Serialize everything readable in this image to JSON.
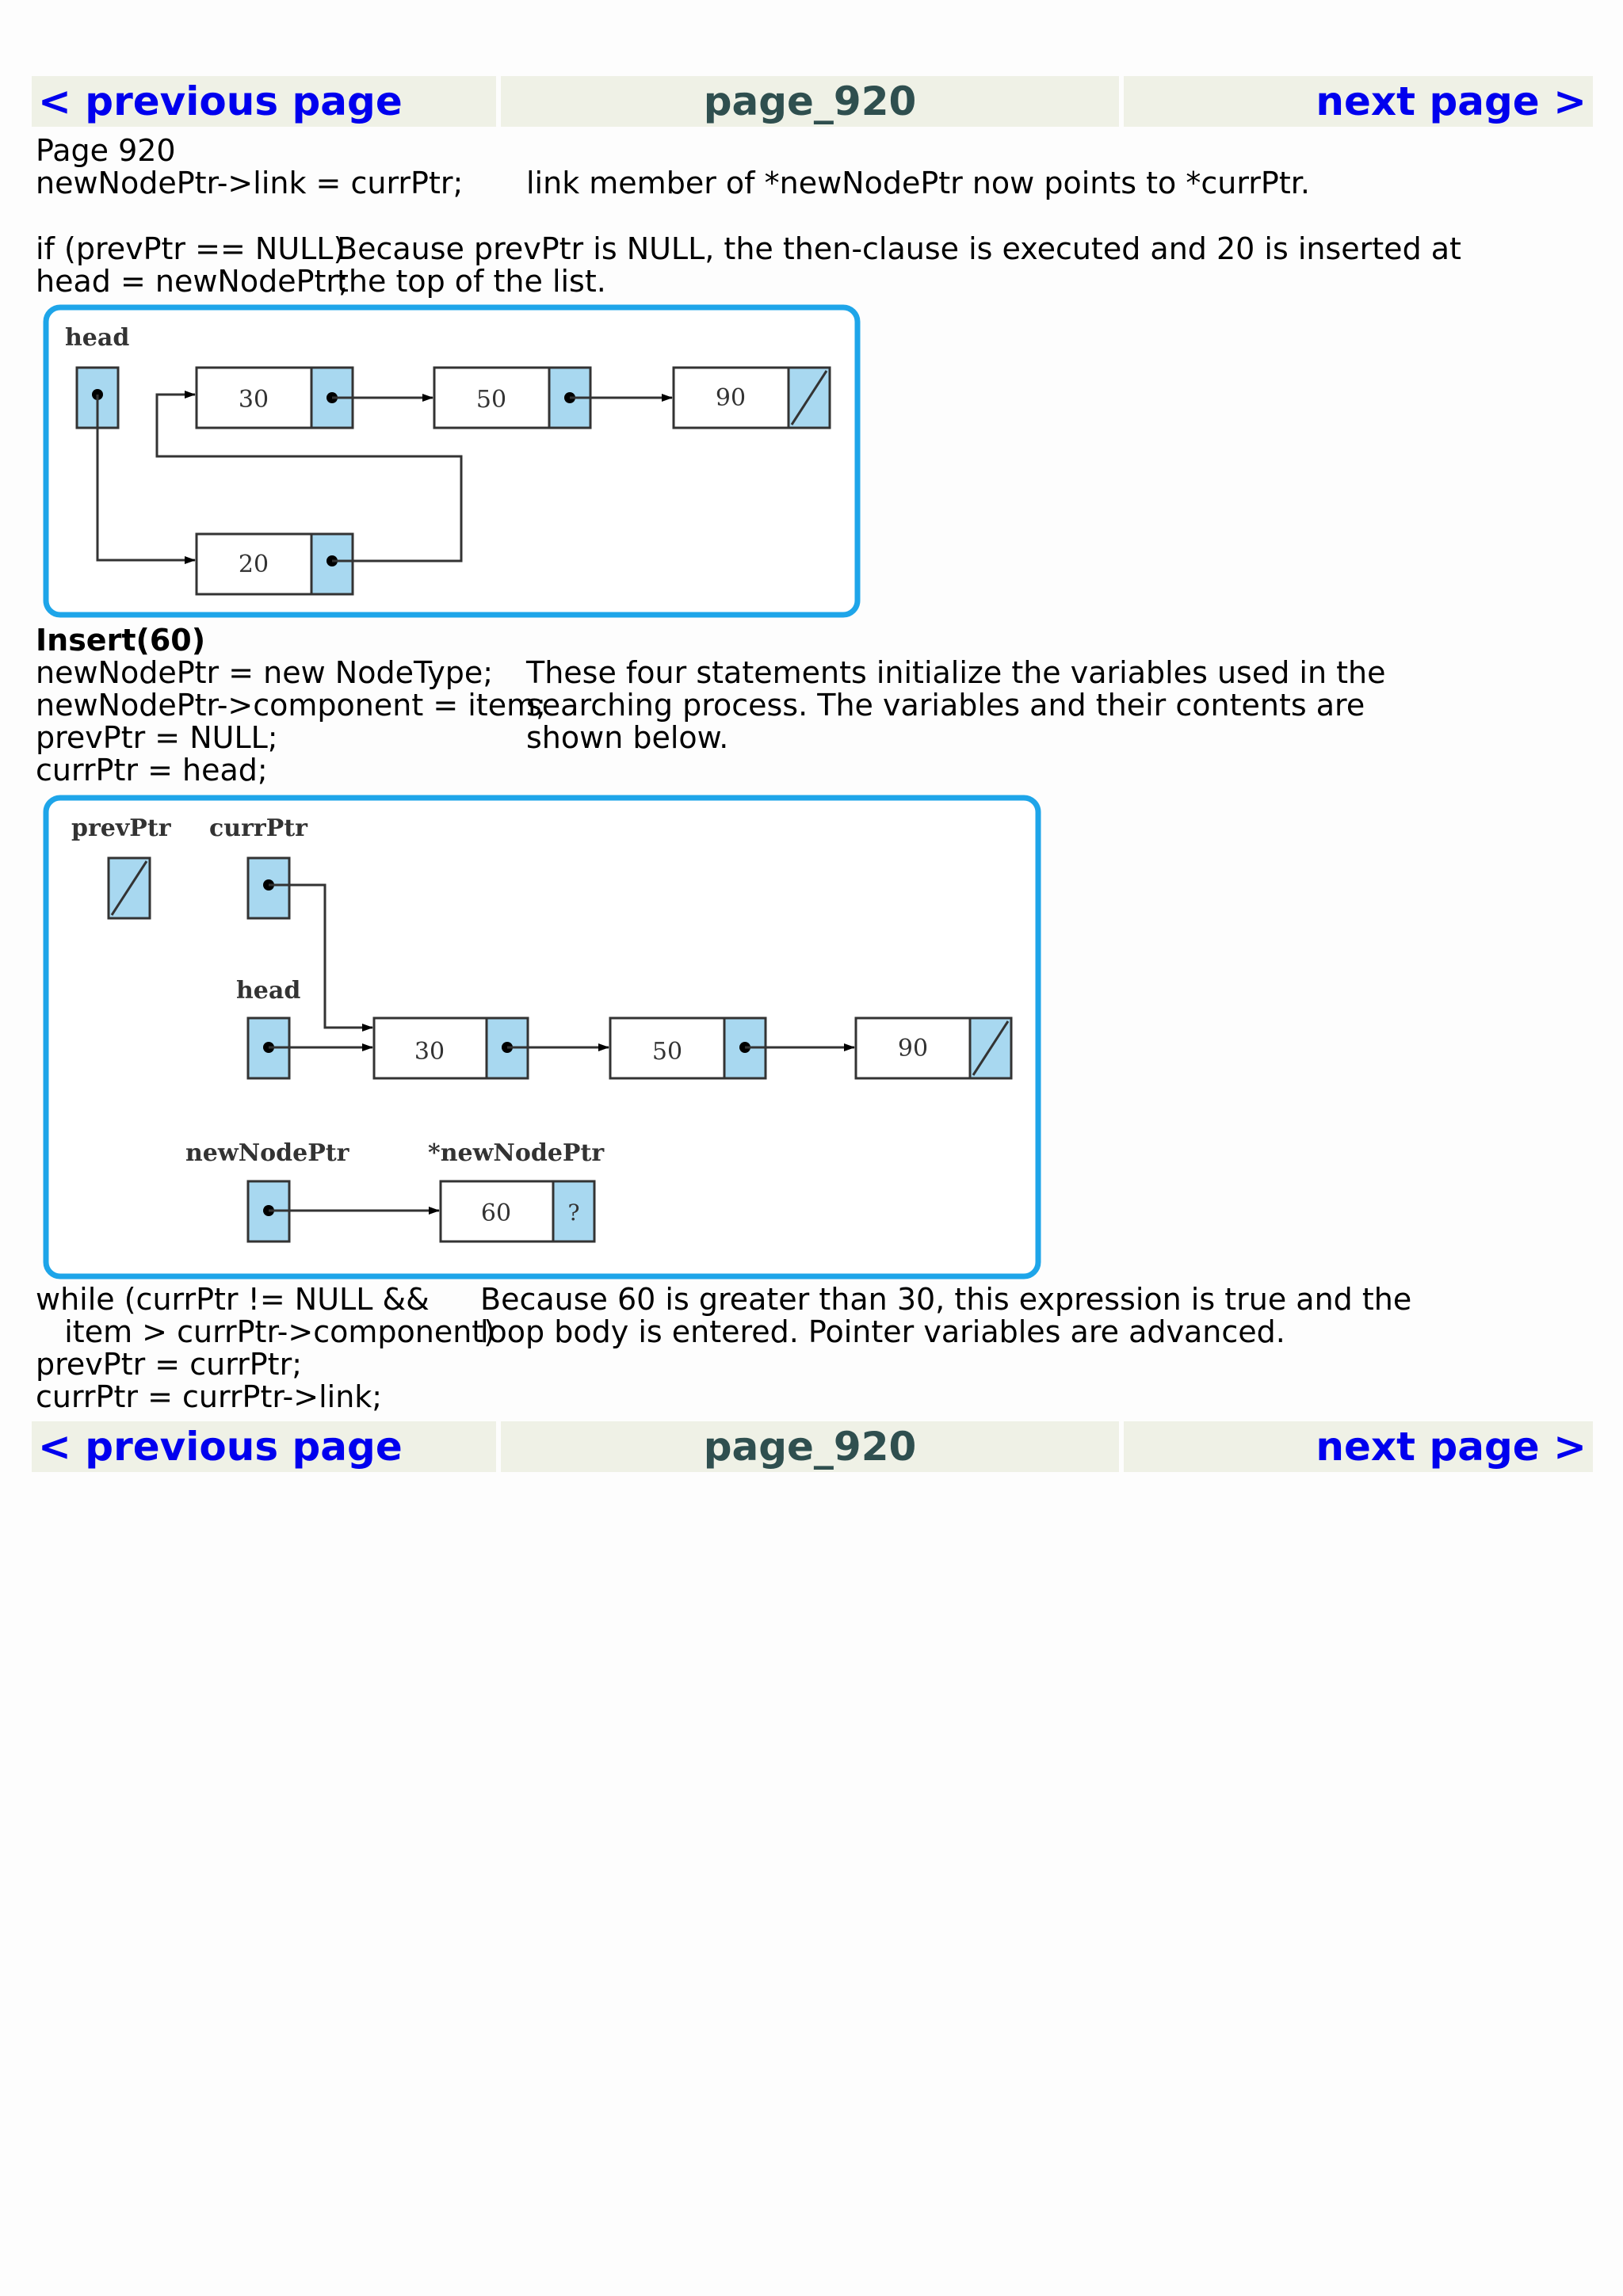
{
  "nav": {
    "prev_label": "< previous page",
    "page_label": "page_920",
    "next_label": "next page >"
  },
  "content": {
    "page_heading": "Page 920",
    "link_code": "newNodePtr->link = currPtr;",
    "link_desc": "link member of *newNodePtr now points to *currPtr.",
    "if_code_1": "if (prevPtr == NULL)",
    "if_desc_1": "Because prevPtr is NULL, the then-clause is executed and 20 is inserted at",
    "if_code_2": "head = newNodePtr;",
    "if_desc_2": "the top of the list.",
    "insert_heading": "Insert(60)",
    "init_code_1": "newNodePtr = new NodeType;",
    "init_desc_1": "These four statements initialize the variables used in the",
    "init_code_2": "newNodePtr->component = item;",
    "init_desc_2": "searching process. The variables and their contents are",
    "init_code_3": "prevPtr = NULL;",
    "init_desc_3": "shown below.",
    "init_code_4": "currPtr = head;",
    "while_code_1": "while (currPtr != NULL &&",
    "while_desc_1": "Because 60 is greater than 30, this expression is true and the",
    "while_code_2": "   item > currPtr->component)",
    "while_desc_2": "loop body is entered. Pointer variables are advanced.",
    "advance_code_1": "prevPtr = currPtr;",
    "advance_code_2": "currPtr = currPtr->link;"
  },
  "diagram1": {
    "head_label": "head",
    "node_values": [
      "30",
      "50",
      "90",
      "20"
    ]
  },
  "diagram2": {
    "prevptr_label": "prevPtr",
    "currptr_label": "currPtr",
    "head_label": "head",
    "newnodeptr_label": "newNodePtr",
    "star_newnodeptr_label": "*newNodePtr",
    "node_values": [
      "30",
      "50",
      "90",
      "60"
    ],
    "unknown_link": "?"
  },
  "colors": {
    "frame": "#1ea5e9",
    "pointer_cell": "#a8d8f0",
    "nav_bg": "#eff1e6",
    "nav_link": "#0000ee",
    "nav_page": "#2f4f4f"
  }
}
